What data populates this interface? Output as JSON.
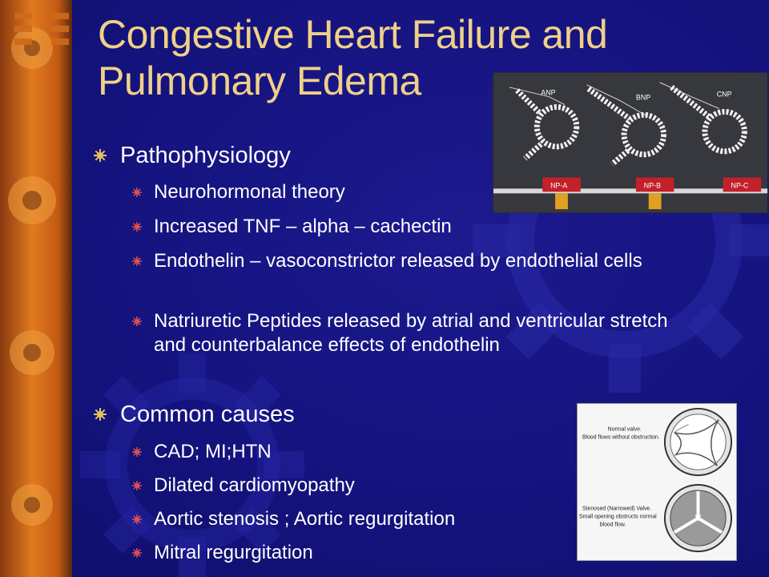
{
  "slide": {
    "title_line1": "Congestive Heart Failure and",
    "title_line2": "Pulmonary Edema",
    "sections": [
      {
        "heading": "Pathophysiology",
        "items": [
          "Neurohormonal theory",
          "Increased TNF – alpha – cachectin",
          "Endothelin – vasoconstrictor released by endothelial cells",
          "Natriuretic Peptides released by atrial and ventricular stretch and counterbalance effects of endothelin"
        ]
      },
      {
        "heading": "Common causes",
        "items": [
          "CAD; MI;HTN",
          "Dilated cardiomyopathy",
          "Aortic stenosis ; Aortic regurgitation",
          "Mitral regurgitation"
        ]
      }
    ]
  },
  "peptide_figure": {
    "labels": [
      "ANP",
      "BNP",
      "CNP"
    ],
    "receptors": [
      "NP-A",
      "NP-B",
      "NP-C"
    ]
  },
  "valve_figure": {
    "normal_caption_1": "Normal valve.",
    "normal_caption_2": "Blood flows without obstruction.",
    "stenosed_caption_1": "Stenosed (Narrowed) Valve.",
    "stenosed_caption_2": "Small opening obstructs normal",
    "stenosed_caption_3": "blood flow."
  },
  "colors": {
    "background": "#14127e",
    "title": "#f0d088",
    "bullet": "#e8c060",
    "left_bar": "#d86a1a"
  }
}
